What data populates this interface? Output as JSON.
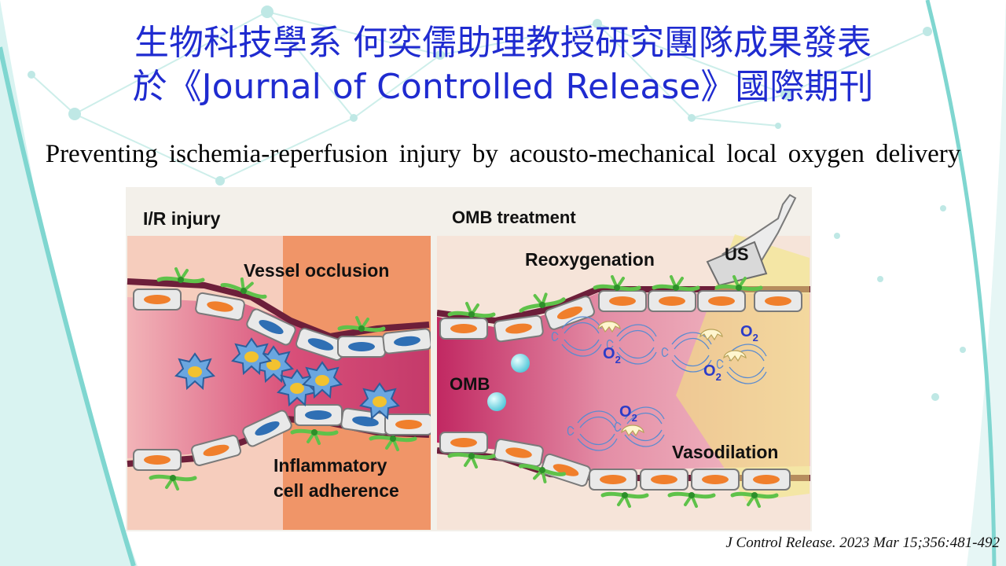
{
  "slide": {
    "title_line1": "生物科技學系 何奕儒助理教授研究團隊成果發表",
    "title_line2": "於《Journal of Controlled Release》國際期刊",
    "subtitle": "Preventing ischemia-reperfusion injury by acousto-mechanical local oxygen delivery",
    "citation": "J Control Release. 2023 Mar 15;356:481-492"
  },
  "figure": {
    "left_panel": {
      "heading": "I/R injury",
      "label_occlusion": "Vessel occlusion",
      "label_inflammatory_1": "Inflammatory",
      "label_inflammatory_2": "cell adherence"
    },
    "right_panel": {
      "heading": "OMB treatment",
      "label_reoxygenation": "Reoxygenation",
      "label_us": "US",
      "label_omb": "OMB",
      "label_vasodilation": "Vasodilation",
      "o2_main": "O",
      "o2_sub": "2"
    }
  },
  "colors": {
    "title": "#1f2bd0",
    "background_accent": "#7fd6d0",
    "tissue_orange": "#f0956a",
    "vessel_pink": "#d8517a",
    "ultrasound_yellow": "#f2e87a"
  }
}
